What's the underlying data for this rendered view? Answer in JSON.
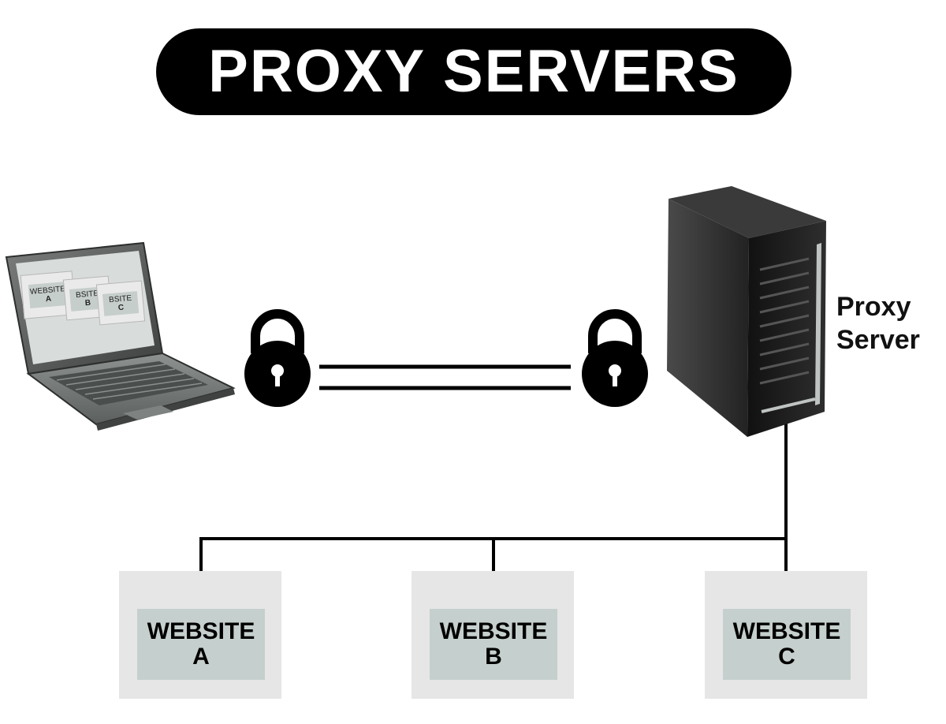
{
  "title": "PROXY SERVERS",
  "proxy_label": {
    "line1": "Proxy",
    "line2": "Server"
  },
  "websites": [
    {
      "word": "WEBSITE",
      "letter": "A"
    },
    {
      "word": "WEBSITE",
      "letter": "B"
    },
    {
      "word": "WEBSITE",
      "letter": "C"
    }
  ],
  "laptop_screen_sites": [
    {
      "word": "WEBSITE",
      "letter": "A"
    },
    {
      "word": "BSITE",
      "letter": "B"
    },
    {
      "word": "BSITE",
      "letter": "C"
    }
  ],
  "icons": {
    "laptop": "laptop-icon",
    "lock": "padlock-icon",
    "server": "server-tower-icon"
  },
  "colors": {
    "title_bg": "#000000",
    "title_text": "#ffffff",
    "card_bg": "#e6e6e6",
    "card_inner": "#c5cfcd",
    "line": "#000000"
  }
}
